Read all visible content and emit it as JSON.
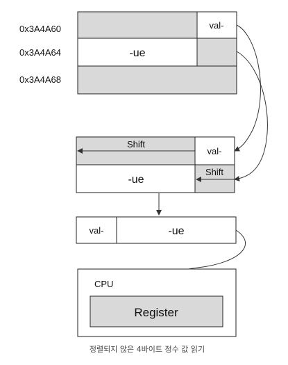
{
  "memory": {
    "addresses": [
      "0x3A4A60",
      "0x3A4A64",
      "0x3A4A68"
    ],
    "row0_text": "val-",
    "row1_text": "-ue"
  },
  "shifted": {
    "shift_top_label": "Shift",
    "right_top_text": "val-",
    "shift_right_label": "Shift",
    "bottom_text": "-ue"
  },
  "combined": {
    "left_text": "val-",
    "right_text": "-ue"
  },
  "cpu": {
    "label": "CPU",
    "register_label": "Register"
  },
  "caption": "정렬되지 않은 4바이트 정수 값 읽기",
  "colors": {
    "gray_fill": "#d9d9d9",
    "white_fill": "#ffffff",
    "stroke": "#222222"
  }
}
